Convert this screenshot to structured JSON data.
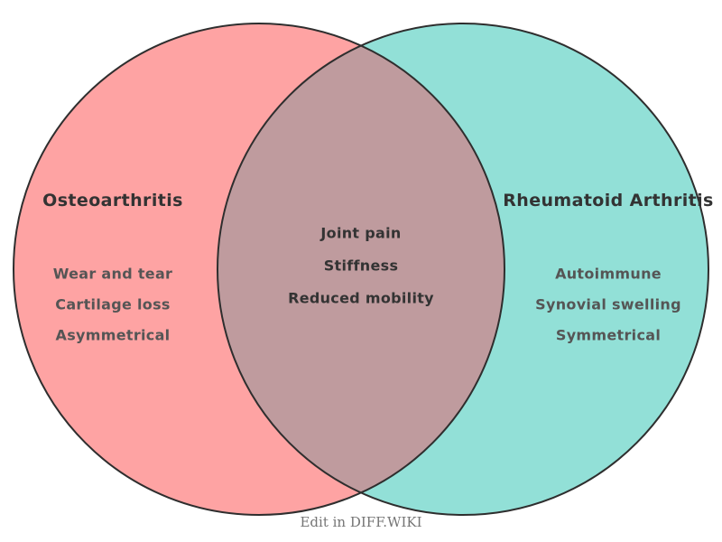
{
  "diagram": {
    "type": "venn",
    "left_circle": {
      "title": "Osteoarthritis",
      "items": [
        "Wear and tear",
        "Cartilage loss",
        "Asymmetrical"
      ],
      "fill": "#FEA3A3"
    },
    "right_circle": {
      "title": "Rheumatoid Arthritis",
      "items": [
        "Autoimmune",
        "Synovial swelling",
        "Symmetrical"
      ],
      "fill": "#92E0D7"
    },
    "intersection": {
      "items": [
        "Joint pain",
        "Stiffness",
        "Reduced mobility"
      ],
      "fill": "#BF9B9E"
    },
    "stroke_color": "#2E2E2E",
    "text_colors": {
      "title": "#333333",
      "item": "#555555",
      "center_item": "#333333",
      "footer": "#757575"
    }
  },
  "footer": {
    "label": "Edit in DIFF.WIKI"
  }
}
